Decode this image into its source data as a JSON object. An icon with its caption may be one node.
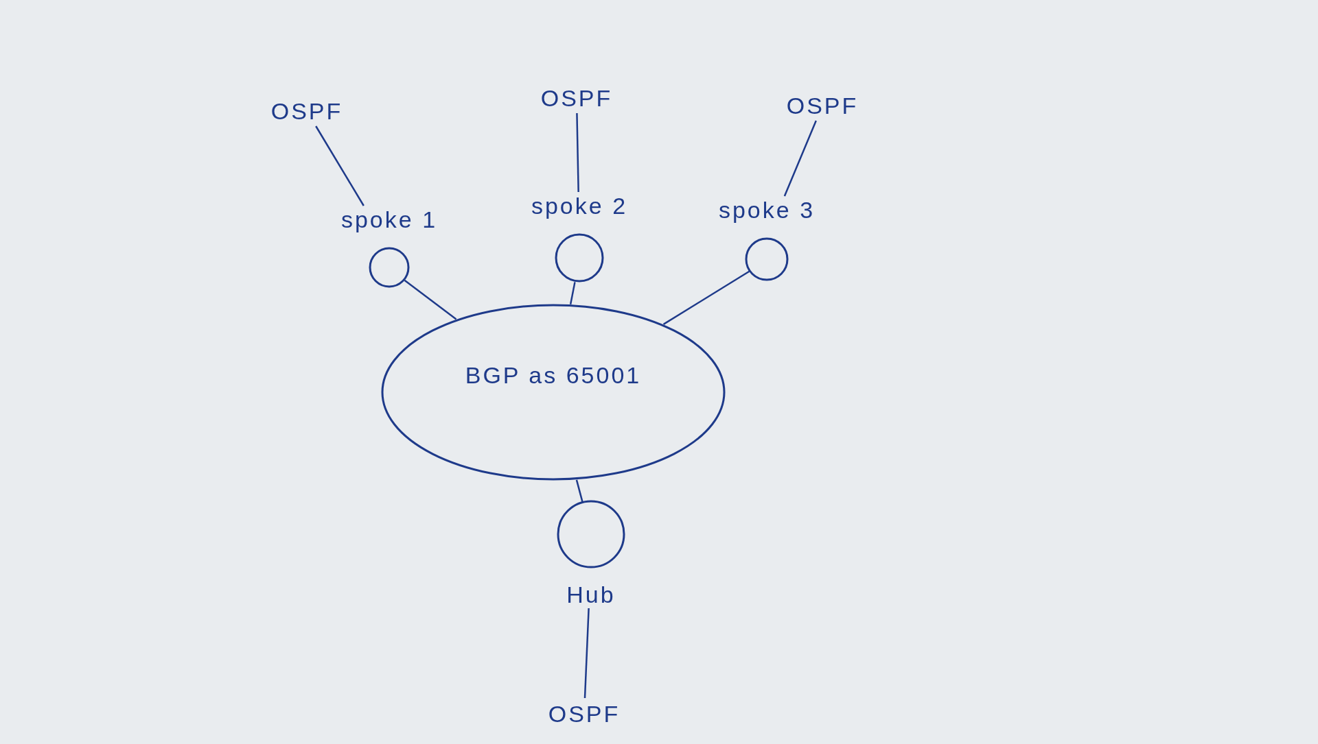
{
  "diagram": {
    "nodes": [
      {
        "text": [
          "OSPF"
        ]
      },
      {
        "text": [
          "OSPF"
        ]
      },
      {
        "text": [
          "OSPF"
        ]
      },
      {
        "text": [
          "spoke 1"
        ]
      },
      {
        "text": [
          "spoke 2"
        ]
      },
      {
        "text": [
          "spoke 3"
        ]
      },
      {
        "text": [
          "BGP as 65001"
        ]
      },
      {
        "text": [
          "Hub"
        ]
      },
      {
        "text": [
          "OSPF"
        ]
      }
    ],
    "edges": [
      {
        "from": 0,
        "to": 3,
        "arrow": "none"
      },
      {
        "from": 1,
        "to": 4,
        "arrow": "none"
      },
      {
        "from": 2,
        "to": 5,
        "arrow": "none"
      },
      {
        "from": 3,
        "to": 6,
        "arrow": "none"
      },
      {
        "from": 4,
        "to": 6,
        "arrow": "none"
      },
      {
        "from": 5,
        "to": 6,
        "arrow": "none"
      },
      {
        "from": 7,
        "to": 6,
        "arrow": "none"
      },
      {
        "from": 7,
        "to": 8,
        "arrow": "none"
      }
    ]
  }
}
